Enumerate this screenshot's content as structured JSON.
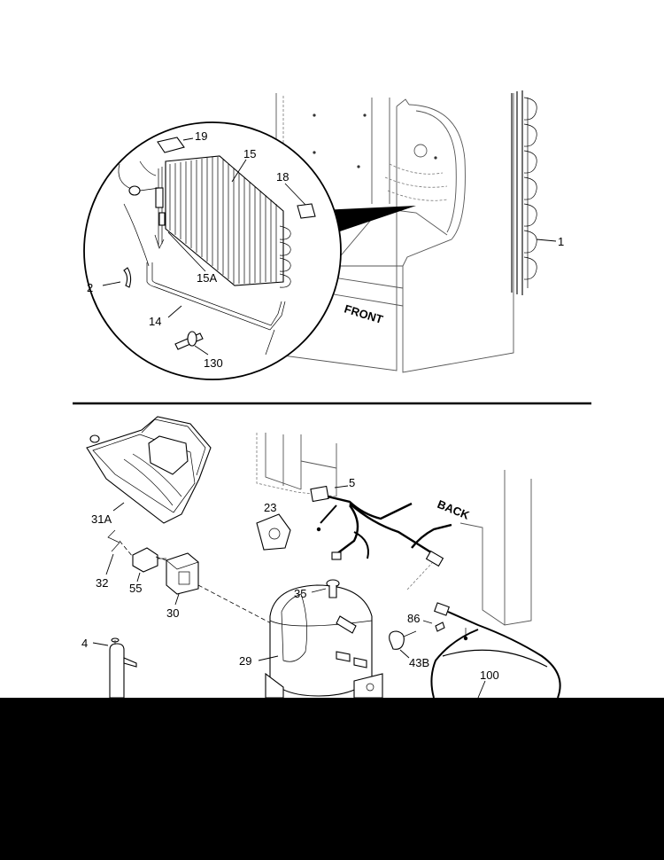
{
  "callouts": {
    "c19": "19",
    "c15": "15",
    "c18": "18",
    "c1": "1",
    "c2": "2",
    "c15a": "15A",
    "c14": "14",
    "c130": "130",
    "c31a": "31A",
    "c5": "5",
    "c23": "23",
    "c32": "32",
    "c55": "55",
    "c30": "30",
    "c35": "35",
    "c86": "86",
    "c4": "4",
    "c29": "29",
    "c43b": "43B",
    "c100": "100"
  },
  "labels": {
    "front": "FRONT",
    "back": "BACK"
  }
}
